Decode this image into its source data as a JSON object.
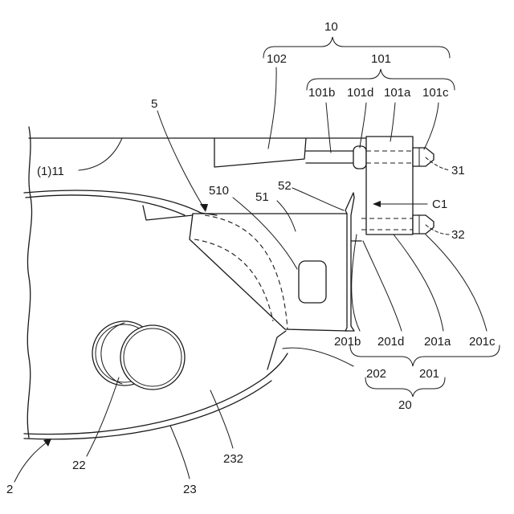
{
  "labels": {
    "l10": "10",
    "l102": "102",
    "l101": "101",
    "l101b": "101b",
    "l101d": "101d",
    "l101a": "101a",
    "l101c": "101c",
    "l5": "5",
    "l11": "(1)11",
    "l510": "510",
    "l51": "51",
    "l52": "52",
    "lC1": "C1",
    "l31": "31",
    "l32": "32",
    "l201b": "201b",
    "l201d": "201d",
    "l201a": "201a",
    "l201c": "201c",
    "l202": "202",
    "l201": "201",
    "l20": "20",
    "l22": "22",
    "l232": "232",
    "l23": "23",
    "l2": "2"
  }
}
